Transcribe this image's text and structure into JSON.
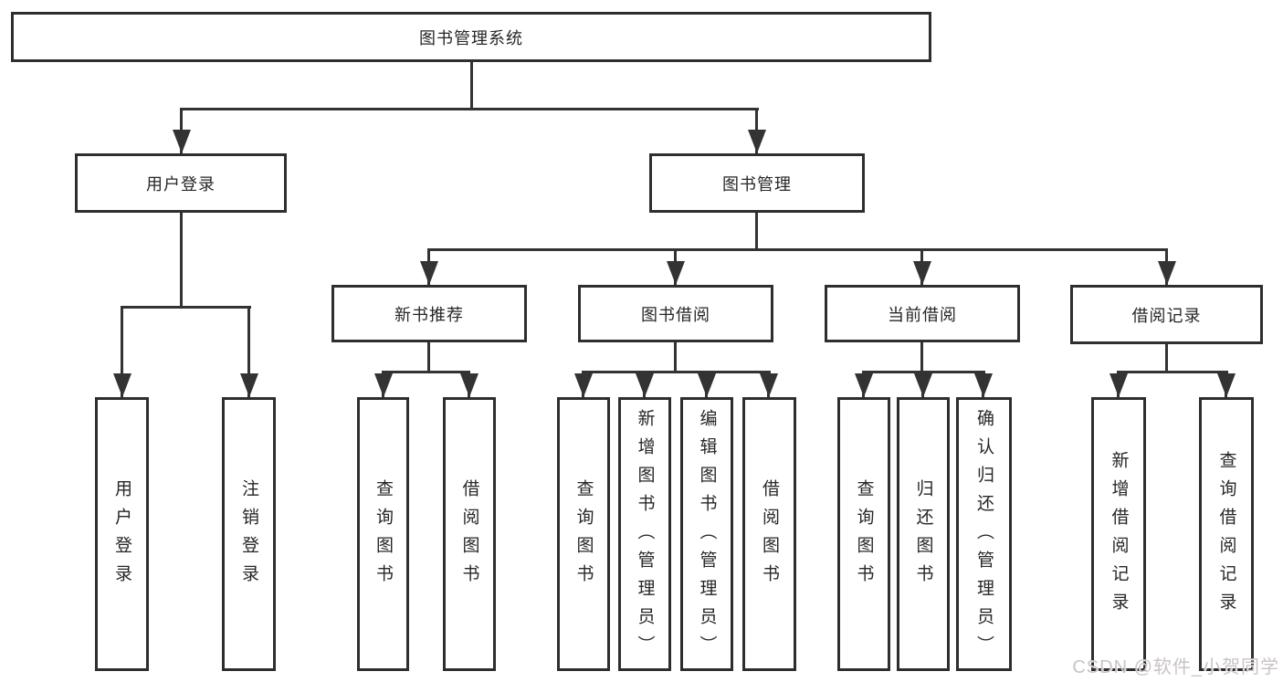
{
  "nodes": {
    "root": "图书管理系统",
    "user_login": "用户登录",
    "book_mgmt": "图书管理",
    "new_books": "新书推荐",
    "book_borrow": "图书借阅",
    "current_borrow": "当前借阅",
    "borrow_records": "借阅记录",
    "leaves": {
      "user": [
        "用户登录",
        "注销登录"
      ],
      "new": [
        "查询图书",
        "借阅图书"
      ],
      "borrow": [
        "查询图书",
        "新增图书（管理员）",
        "编辑图书（管理员）",
        "借阅图书"
      ],
      "current": [
        "查询图书",
        "归还图书",
        "确认归还（管理员）"
      ],
      "records": [
        "新增借阅记录",
        "查询借阅记录"
      ]
    }
  },
  "watermark": "CSDN @软件_小贺同学",
  "colors": {
    "line": "#333333",
    "border": "#2e2e2e",
    "text": "#262626",
    "watermark": "#c9c3c5",
    "background": "#ffffff"
  }
}
